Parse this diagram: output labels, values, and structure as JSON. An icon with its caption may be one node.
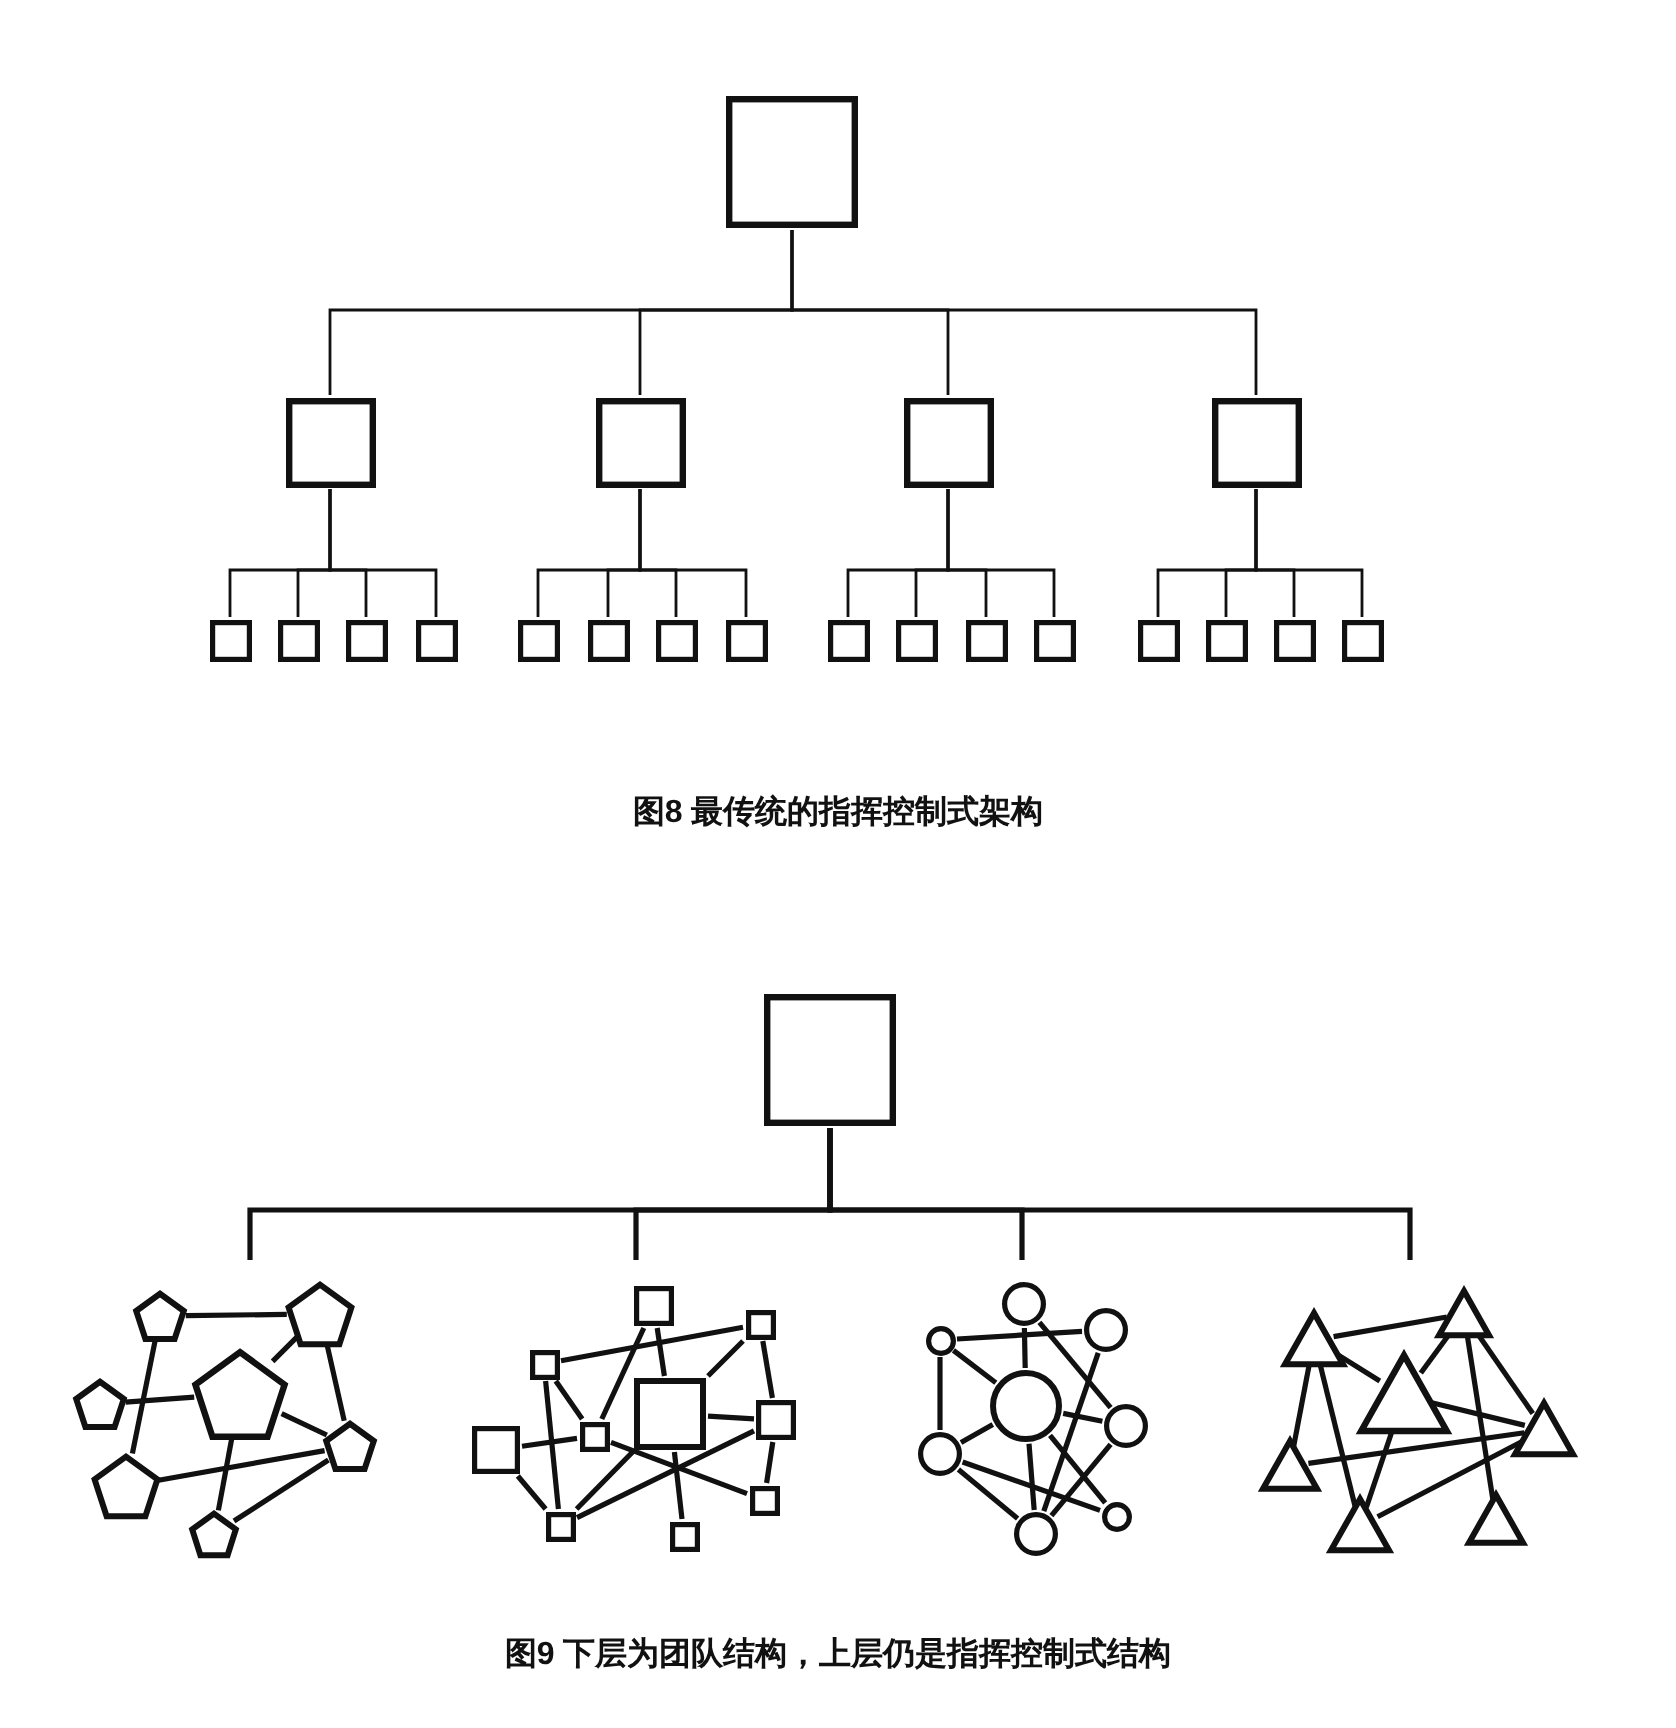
{
  "diagram": {
    "nodes": [
      {
        "text": [],
        "shape": "box"
      },
      {
        "text": [],
        "shape": "box"
      },
      {
        "text": [],
        "shape": "box"
      },
      {
        "text": [],
        "shape": "box"
      },
      {
        "text": [],
        "shape": "box"
      },
      {
        "text": [],
        "shape": "box"
      },
      {
        "text": [],
        "shape": "box"
      },
      {
        "text": [],
        "shape": "box"
      },
      {
        "text": [],
        "shape": "box"
      },
      {
        "text": [],
        "shape": "box"
      },
      {
        "text": [],
        "shape": "box"
      },
      {
        "text": [],
        "shape": "box"
      },
      {
        "text": [],
        "shape": "box"
      },
      {
        "text": [],
        "shape": "box"
      },
      {
        "text": [],
        "shape": "box"
      },
      {
        "text": [],
        "shape": "box"
      },
      {
        "text": [],
        "shape": "box"
      },
      {
        "text": [],
        "shape": "box"
      },
      {
        "text": [],
        "shape": "box"
      },
      {
        "text": [],
        "shape": "box"
      },
      {
        "text": [],
        "shape": "box"
      },
      {
        "text": [],
        "shape": "box"
      },
      {
        "text": [],
        "shape": "pentagon"
      },
      {
        "text": [],
        "shape": "pentagon"
      },
      {
        "text": [],
        "shape": "pentagon"
      },
      {
        "text": [],
        "shape": "pentagon"
      },
      {
        "text": [],
        "shape": "pentagon"
      },
      {
        "text": [],
        "shape": "pentagon"
      },
      {
        "text": [],
        "shape": "pentagon"
      },
      {
        "text": [],
        "shape": "box"
      },
      {
        "text": [],
        "shape": "box"
      },
      {
        "text": [],
        "shape": "box"
      },
      {
        "text": [],
        "shape": "box"
      },
      {
        "text": [],
        "shape": "box"
      },
      {
        "text": [],
        "shape": "box"
      },
      {
        "text": [],
        "shape": "box"
      },
      {
        "text": [],
        "shape": "box"
      },
      {
        "text": [],
        "shape": "box"
      },
      {
        "text": [],
        "shape": "box"
      },
      {
        "text": [],
        "shape": "circle"
      },
      {
        "text": [],
        "shape": "circle"
      },
      {
        "text": [],
        "shape": "circle"
      },
      {
        "text": [],
        "shape": "circle"
      },
      {
        "text": [],
        "shape": "circle"
      },
      {
        "text": [],
        "shape": "circle"
      },
      {
        "text": [],
        "shape": "circle"
      },
      {
        "text": [],
        "shape": "circle"
      },
      {
        "text": [],
        "shape": "triangle"
      },
      {
        "text": [],
        "shape": "triangle"
      },
      {
        "text": [],
        "shape": "triangle"
      },
      {
        "text": [],
        "shape": "triangle"
      },
      {
        "text": [],
        "shape": "triangle"
      },
      {
        "text": [],
        "shape": "triangle"
      },
      {
        "text": [],
        "shape": "triangle"
      }
    ],
    "edges": [
      {
        "from": 0,
        "to": 1,
        "arrow": "none"
      },
      {
        "from": 0,
        "to": 2,
        "arrow": "none"
      },
      {
        "from": 0,
        "to": 3,
        "arrow": "none"
      },
      {
        "from": 0,
        "to": 4,
        "arrow": "none"
      },
      {
        "from": 1,
        "to": 5,
        "arrow": "none"
      },
      {
        "from": 1,
        "to": 6,
        "arrow": "none"
      },
      {
        "from": 1,
        "to": 7,
        "arrow": "none"
      },
      {
        "from": 1,
        "to": 8,
        "arrow": "none"
      },
      {
        "from": 2,
        "to": 9,
        "arrow": "none"
      },
      {
        "from": 2,
        "to": 10,
        "arrow": "none"
      },
      {
        "from": 2,
        "to": 11,
        "arrow": "none"
      },
      {
        "from": 2,
        "to": 12,
        "arrow": "none"
      },
      {
        "from": 3,
        "to": 13,
        "arrow": "none"
      },
      {
        "from": 3,
        "to": 14,
        "arrow": "none"
      },
      {
        "from": 3,
        "to": 15,
        "arrow": "none"
      },
      {
        "from": 3,
        "to": 16,
        "arrow": "none"
      },
      {
        "from": 4,
        "to": 17,
        "arrow": "none"
      },
      {
        "from": 4,
        "to": 18,
        "arrow": "none"
      },
      {
        "from": 4,
        "to": 19,
        "arrow": "none"
      },
      {
        "from": 4,
        "to": 20,
        "arrow": "none"
      },
      {
        "from": 21,
        "to": null,
        "arrow": "none"
      },
      {
        "from": 21,
        "to": null,
        "arrow": "none"
      },
      {
        "from": 21,
        "to": null,
        "arrow": "none"
      },
      {
        "from": 21,
        "to": null,
        "arrow": "none"
      },
      {
        "from": 23,
        "to": 24,
        "arrow": "none"
      },
      {
        "from": 24,
        "to": 22,
        "arrow": "none"
      },
      {
        "from": 24,
        "to": 26,
        "arrow": "none"
      },
      {
        "from": 22,
        "to": 26,
        "arrow": "none"
      },
      {
        "from": 23,
        "to": 27,
        "arrow": "none"
      },
      {
        "from": 25,
        "to": 22,
        "arrow": "none"
      },
      {
        "from": 27,
        "to": 26,
        "arrow": "none"
      },
      {
        "from": 22,
        "to": 28,
        "arrow": "none"
      },
      {
        "from": 28,
        "to": 26,
        "arrow": "none"
      },
      {
        "from": 32,
        "to": 31,
        "arrow": "none"
      },
      {
        "from": 30,
        "to": 34,
        "arrow": "none"
      },
      {
        "from": 30,
        "to": 29,
        "arrow": "none"
      },
      {
        "from": 31,
        "to": 29,
        "arrow": "none"
      },
      {
        "from": 31,
        "to": 33,
        "arrow": "none"
      },
      {
        "from": 32,
        "to": 34,
        "arrow": "none"
      },
      {
        "from": 32,
        "to": 37,
        "arrow": "none"
      },
      {
        "from": 29,
        "to": 33,
        "arrow": "none"
      },
      {
        "from": 35,
        "to": 34,
        "arrow": "none"
      },
      {
        "from": 35,
        "to": 37,
        "arrow": "none"
      },
      {
        "from": 34,
        "to": 36,
        "arrow": "none"
      },
      {
        "from": 29,
        "to": 37,
        "arrow": "none"
      },
      {
        "from": 33,
        "to": 37,
        "arrow": "none"
      },
      {
        "from": 33,
        "to": 36,
        "arrow": "none"
      },
      {
        "from": 29,
        "to": 38,
        "arrow": "none"
      },
      {
        "from": 42,
        "to": 41,
        "arrow": "none"
      },
      {
        "from": 40,
        "to": 39,
        "arrow": "none"
      },
      {
        "from": 42,
        "to": 39,
        "arrow": "none"
      },
      {
        "from": 42,
        "to": 44,
        "arrow": "none"
      },
      {
        "from": 44,
        "to": 39,
        "arrow": "none"
      },
      {
        "from": 40,
        "to": 43,
        "arrow": "none"
      },
      {
        "from": 39,
        "to": 43,
        "arrow": "none"
      },
      {
        "from": 41,
        "to": 46,
        "arrow": "none"
      },
      {
        "from": 43,
        "to": 46,
        "arrow": "none"
      },
      {
        "from": 39,
        "to": 45,
        "arrow": "none"
      },
      {
        "from": 44,
        "to": 45,
        "arrow": "none"
      },
      {
        "from": 44,
        "to": 46,
        "arrow": "none"
      },
      {
        "from": 39,
        "to": 46,
        "arrow": "none"
      },
      {
        "from": 49,
        "to": 48,
        "arrow": "none"
      },
      {
        "from": 49,
        "to": 47,
        "arrow": "none"
      },
      {
        "from": 48,
        "to": 47,
        "arrow": "none"
      },
      {
        "from": 48,
        "to": 50,
        "arrow": "none"
      },
      {
        "from": 48,
        "to": 52,
        "arrow": "none"
      },
      {
        "from": 49,
        "to": 51,
        "arrow": "none"
      },
      {
        "from": 49,
        "to": 53,
        "arrow": "none"
      },
      {
        "from": 47,
        "to": 50,
        "arrow": "none"
      },
      {
        "from": 51,
        "to": 50,
        "arrow": "none"
      },
      {
        "from": 47,
        "to": 53,
        "arrow": "none"
      },
      {
        "from": 53,
        "to": 50,
        "arrow": "none"
      }
    ],
    "labels": [
      "图8 最传统的指挥控制式架构",
      "图9 下层为团队结构，上层仍是指挥控制式结构"
    ]
  }
}
